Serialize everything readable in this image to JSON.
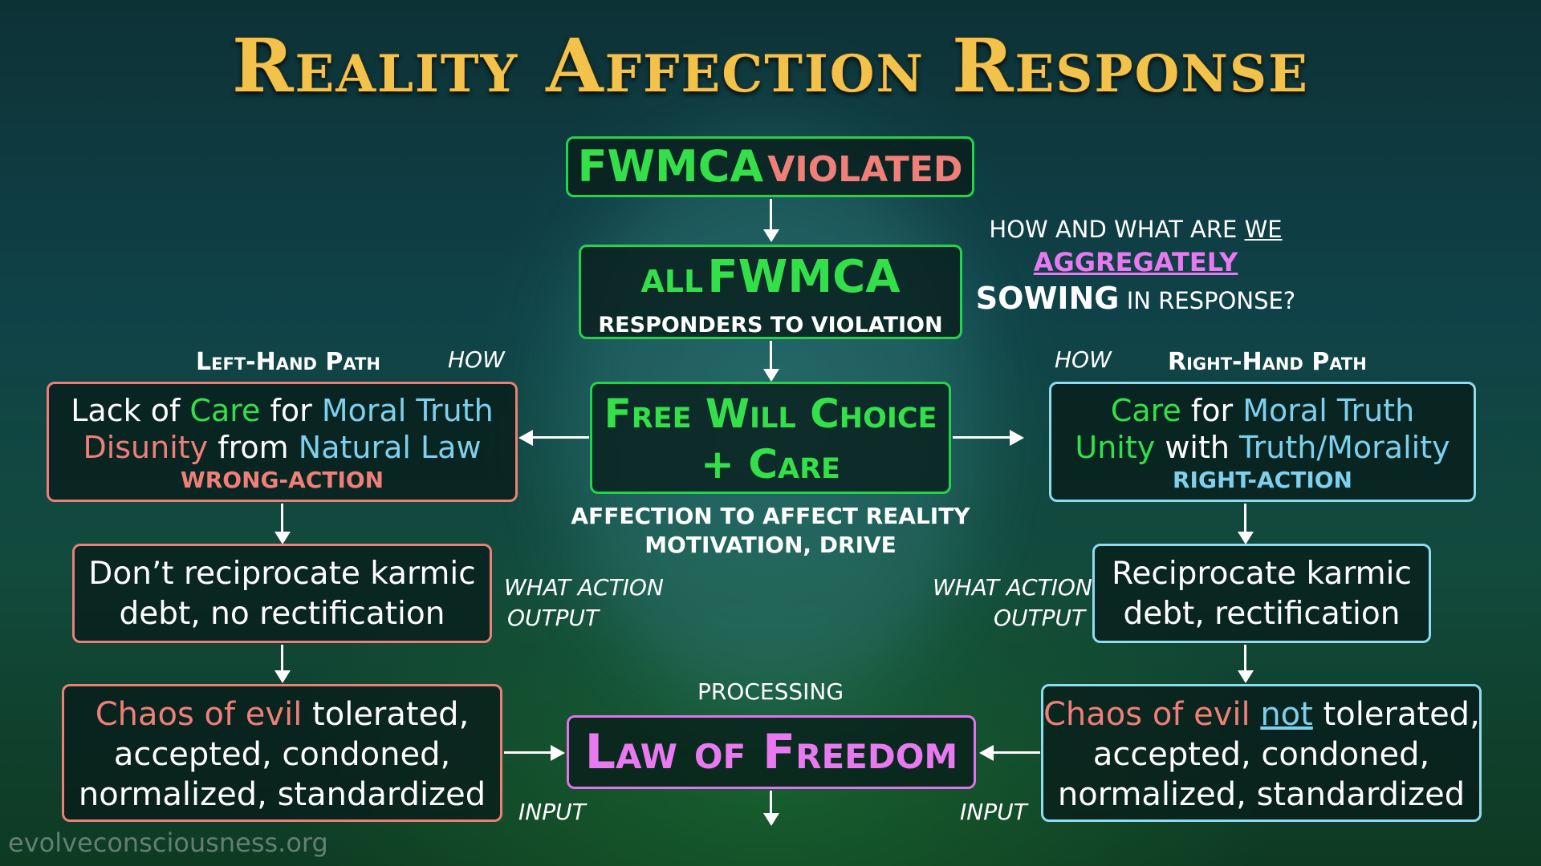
{
  "title": "Reality Affection Response",
  "top_box": {
    "main": "FWMCA",
    "accent": "VIOLATED"
  },
  "responders_box": {
    "pre": "ALL",
    "main": "FWMCA",
    "sub": "RESPONDERS TO VIOLATION"
  },
  "question": {
    "line1_pre": "HOW AND WHAT ARE ",
    "line1_we": "WE",
    "line2": "AGGREGATELY",
    "line3_main": "SOWING",
    "line3_rest": " IN RESPONSE?"
  },
  "choice_box": {
    "line1": "Free Will Choice",
    "line2": "+ Care"
  },
  "affection": {
    "line1": "AFFECTION TO AFFECT REALITY",
    "line2": "MOTIVATION, DRIVE"
  },
  "left": {
    "path_label": "Left-Hand Path",
    "how": "HOW",
    "box1": {
      "l1a": "Lack of ",
      "l1b": "Care",
      "l1c": " for ",
      "l1d": "Moral Truth",
      "l2a": "Disunity",
      "l2b": " from ",
      "l2c": "Natural Law",
      "l3": "WRONG-ACTION"
    },
    "box2": {
      "l1": "Don’t reciprocate karmic",
      "l2": "debt, no rectification"
    },
    "what_action": "WHAT ACTION",
    "output": "OUTPUT",
    "box3": {
      "l1a": "Chaos of evil",
      "l1b": " tolerated,",
      "l2": "accepted, condoned,",
      "l3": "normalized, standardized"
    },
    "input": "INPUT"
  },
  "right": {
    "path_label": "Right-Hand Path",
    "how": "HOW",
    "box1": {
      "l1a": "Care",
      "l1b": " for ",
      "l1c": "Moral Truth",
      "l2a": "Unity",
      "l2b": " with ",
      "l2c": "Truth/Morality",
      "l3": "RIGHT-ACTION"
    },
    "box2": {
      "l1": "Reciprocate karmic",
      "l2": "debt, rectification"
    },
    "what_action": "WHAT ACTION",
    "output": "OUTPUT",
    "box3": {
      "l1a": "Chaos of evil ",
      "l1b": "not",
      "l1c": " tolerated,",
      "l2": "accepted, condoned,",
      "l3": "normalized, standardized"
    },
    "input": "INPUT"
  },
  "processing": "PROCESSING",
  "law_box": "Law of Freedom",
  "watermark": "evolveconsciousness.org",
  "colors": {
    "green": "#34e04a",
    "red": "#ef7f78",
    "blue": "#7ed0ee",
    "pink": "#e879f0",
    "gold": "#f2c24a"
  }
}
